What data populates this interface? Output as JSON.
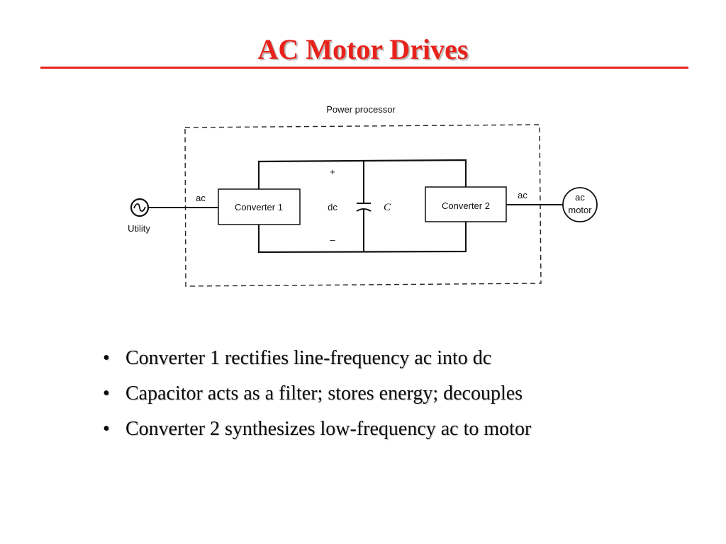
{
  "title": "AC Motor Drives",
  "diagram": {
    "power_processor_label": "Power processor",
    "utility_label": "Utility",
    "input_ac_label": "ac",
    "converter1_label": "Converter 1",
    "converter2_label": "Converter 2",
    "plus_label": "+",
    "dc_label": "dc",
    "minus_label": "–",
    "capacitor_label": "C",
    "output_ac_label": "ac",
    "motor_label_line1": "ac",
    "motor_label_line2": "motor"
  },
  "bullets": [
    "Converter 1 rectifies line-frequency ac into dc",
    "Capacitor acts as a filter; stores energy; decouples",
    "Converter 2 synthesizes low-frequency ac to motor"
  ]
}
